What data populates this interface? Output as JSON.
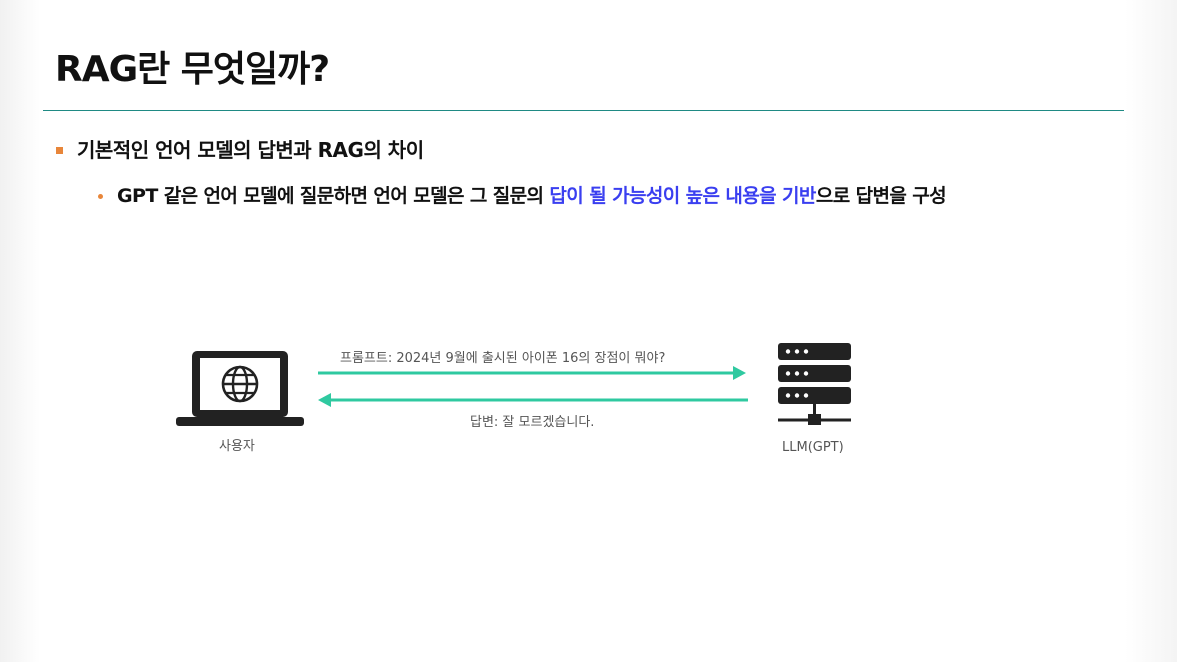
{
  "slide": {
    "title": "RAG란 무엇일까?",
    "bullet_l1": "기본적인 언어 모델의 답변과 RAG의 차이",
    "bullet_l2": {
      "before": "GPT 같은 언어 모델에 질문하면 언어 모델은 그 질문의 ",
      "highlight": "답이 될 가능성이 높은 내용을 기반",
      "after": "으로 답변을 구성"
    }
  },
  "diagram": {
    "prompt_label": "프롬프트: 2024년 9월에 출시된 아이폰 16의 장점이 뭐야?",
    "answer_label": "답변: 잘 모르겠습니다.",
    "user_label": "사용자",
    "llm_label": "LLM(GPT)"
  },
  "colors": {
    "accent_orange": "#e8863a",
    "title_rule": "#1f8a84",
    "arrow_green": "#2fc9a0",
    "highlight_blue": "#3a3ff0",
    "icon_dark": "#222222"
  },
  "icons": {
    "user": "laptop-globe-icon",
    "llm": "server-stack-icon"
  }
}
